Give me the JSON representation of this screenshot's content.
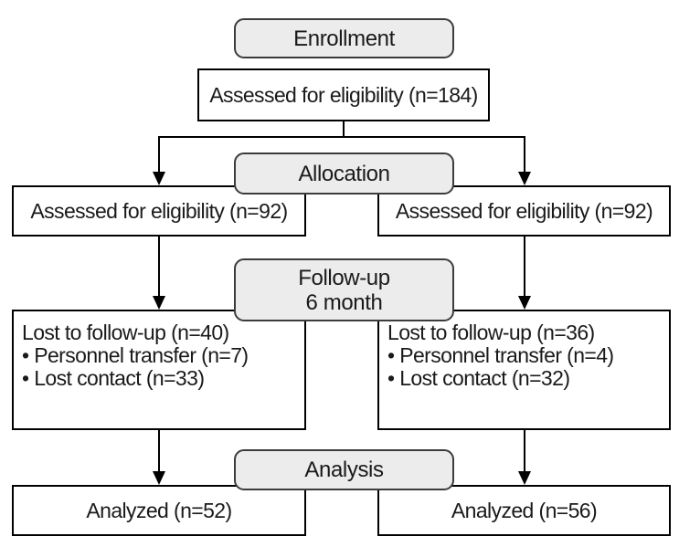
{
  "colors": {
    "phase_fill": "#ECECEC",
    "phase_border": "#3C3C3C",
    "box_border": "#000000",
    "text": "#1A1A1A",
    "line": "#000000"
  },
  "flow": {
    "enrollment_label": "Enrollment",
    "assessed_all": "Assessed for eligibility (n=184)",
    "allocation_label": "Allocation",
    "allocation_left": "Assessed for eligibility (n=92)",
    "allocation_right": "Assessed for eligibility (n=92)",
    "followup_label_line1": "Follow-up",
    "followup_label_line2": "6 month",
    "followup_left": {
      "title": "Lost to follow-up (n=40)",
      "items": [
        "• Personnel transfer (n=7)",
        "• Lost contact (n=33)"
      ]
    },
    "followup_right": {
      "title": "Lost to follow-up (n=36)",
      "items": [
        "• Personnel transfer (n=4)",
        "• Lost contact (n=32)"
      ]
    },
    "analysis_label": "Analysis",
    "analysis_left": "Analyzed (n=52)",
    "analysis_right": "Analyzed (n=56)"
  }
}
